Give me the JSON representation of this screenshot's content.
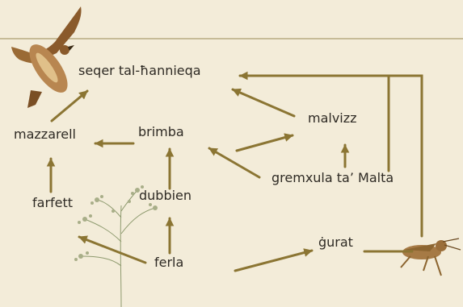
{
  "diagram": {
    "nodes": {
      "hawk": "seqer tal-ħannieqa",
      "mazzarell": "mazzarell",
      "brimba": "brimba",
      "malvizz": "malvizz",
      "gremxula": "gremxula ta’ Malta",
      "farfett": "farfett",
      "dubbien": "dubbien",
      "gurat": "ġurat",
      "ferla": "ferla"
    },
    "edges": [
      [
        "mazzarell",
        "hawk"
      ],
      [
        "malvizz",
        "hawk"
      ],
      [
        "gremxula",
        "hawk"
      ],
      [
        "gurat",
        "hawk"
      ],
      [
        "brimba",
        "mazzarell"
      ],
      [
        "brimba",
        "malvizz"
      ],
      [
        "gremxula",
        "malvizz"
      ],
      [
        "gremxula",
        "brimba"
      ],
      [
        "farfett",
        "mazzarell"
      ],
      [
        "dubbien",
        "brimba"
      ],
      [
        "ferla",
        "dubbien"
      ],
      [
        "ferla",
        "farfett"
      ],
      [
        "ferla",
        "gurat"
      ]
    ],
    "colors": {
      "background": "#f3ecd9",
      "arrow": "#8b7533",
      "text": "#2e2a24"
    },
    "pictures": [
      "hawk-picture",
      "fennel-plant-picture",
      "grasshopper-picture"
    ]
  }
}
